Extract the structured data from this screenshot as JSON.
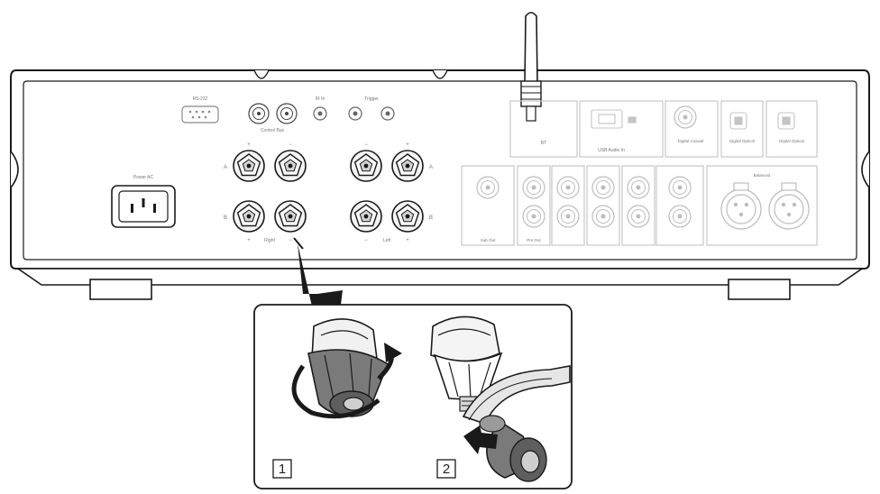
{
  "panel_labels": {
    "rs232": "RS 232",
    "control_bus": "Control Bus",
    "ir_in": "IR In",
    "trigger": "Trigger",
    "power_ac": "Power AC",
    "speakers_a": "A",
    "speakers_b": "B",
    "right": "Right",
    "left": "Left",
    "usb_audio_in": "USB Audio In",
    "bt": "BT",
    "digital_coaxial": "Digital Coaxial",
    "digital_optical_1": "Digital Optical",
    "digital_optical_2": "Digital Optical",
    "sub_out": "Sub Out",
    "pre_out": "Pre Out",
    "balanced": "Balanced",
    "plus": "+",
    "minus": "−"
  },
  "steps": [
    {
      "number": "1"
    },
    {
      "number": "2"
    }
  ],
  "icons": [
    "antenna-icon",
    "rotate-arrow-icon",
    "push-arrow-icon"
  ],
  "colors": {
    "line": "#1a1a1a",
    "faint": "#bdbdbd",
    "cap": "#7a7a7a",
    "cap_light": "#d9d9d9"
  }
}
